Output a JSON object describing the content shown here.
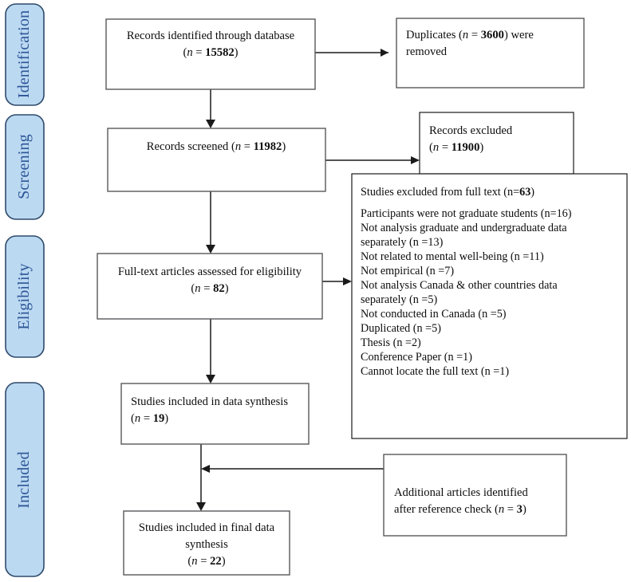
{
  "diagram": {
    "type": "prisma-flow-diagram",
    "title": "PRISMA study selection flow diagram",
    "stage_bar_color": "#bcd9f2",
    "stage_bar_border_color": "#2e4a6b",
    "stage_label_color": "#2b5596",
    "box_border_color": "#58595b",
    "connector_color": "#1a1a1a"
  },
  "stages": [
    {
      "id": "identification",
      "label": "Identification"
    },
    {
      "id": "screening",
      "label": "Screening"
    },
    {
      "id": "eligibility",
      "label": "Eligibility"
    },
    {
      "id": "included",
      "label": "Included"
    }
  ],
  "boxes": {
    "records_identified": {
      "line1": "Records identified through database",
      "line2_pre": "(",
      "line2_n": "n",
      "line2_eq": " = ",
      "line2_value": "15582",
      "line2_post": ")"
    },
    "duplicates_removed": {
      "line1_pre": "Duplicates (",
      "line1_n": "n",
      "line1_eq": " = ",
      "line1_value": "3600",
      "line1_post": ") were",
      "line2": "removed"
    },
    "records_screened": {
      "line1_pre": "Records screened (",
      "line1_n": "n",
      "line1_eq": " = ",
      "line1_value": "11982",
      "line1_post": ")"
    },
    "records_excluded": {
      "line1": "Records excluded",
      "line2_pre": "(",
      "line2_n": "n",
      "line2_eq": " = ",
      "line2_value": "11900",
      "line2_post": ")"
    },
    "studies_excluded_fulltext": {
      "heading_pre": "Studies excluded from full text (n=",
      "heading_value": "63",
      "heading_post": ")",
      "reasons": [
        " Participants were not graduate students (n=16)",
        "Not analysis graduate and undergraduate data",
        "separately (n =13)",
        "Not related to mental well-being (n =11)",
        "Not empirical (n =7)",
        "Not analysis Canada & other countries data",
        "separately (n =5)",
        "Not conducted in Canada (n =5)",
        "Duplicated (n =5)",
        "Thesis (n =2)",
        "Conference Paper (n =1)",
        "Cannot locate the full text (n =1)"
      ]
    },
    "fulltext_assessed": {
      "line1": "Full-text articles assessed for eligibility",
      "line2_pre": "(",
      "line2_n": "n",
      "line2_eq": " = ",
      "line2_value": "82",
      "line2_post": ")"
    },
    "included_data_synthesis": {
      "line1": "Studies included in data synthesis",
      "line2_pre": "(",
      "line2_n": "n",
      "line2_eq": " = ",
      "line2_value": "19",
      "line2_post": ")"
    },
    "additional_articles": {
      "line1": "Additional articles identified",
      "line2_pre": "after reference check (",
      "line2_n": "n",
      "line2_eq": " = ",
      "line2_value": "3",
      "line2_post": ")"
    },
    "final_synthesis": {
      "line1": "Studies included in final data",
      "line2": "synthesis",
      "line3_pre": "(",
      "line3_n": "n",
      "line3_eq": " = ",
      "line3_value": "22",
      "line3_post": ")"
    }
  }
}
